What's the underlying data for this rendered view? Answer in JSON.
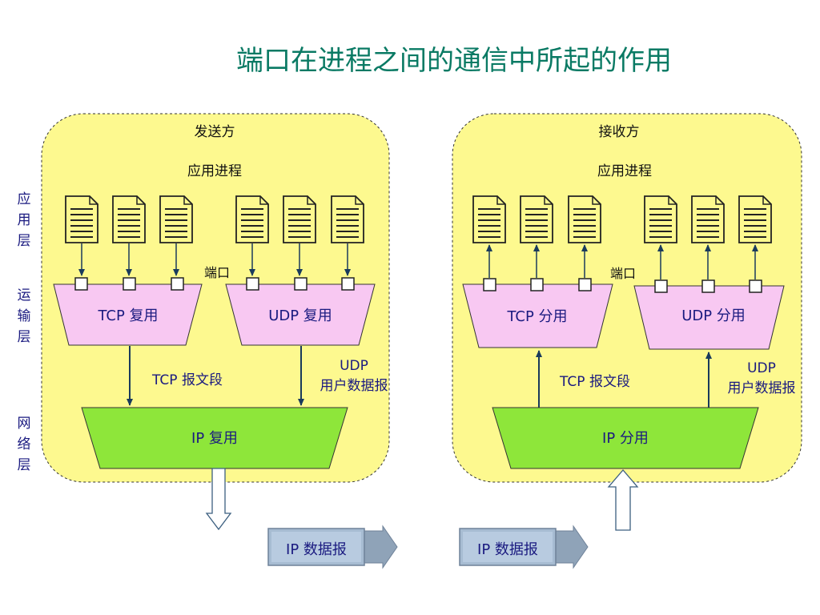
{
  "title": "端口在进程之间的通信中所起的作用",
  "layers": {
    "application": [
      "应",
      "用",
      "层"
    ],
    "transport": [
      "运",
      "输",
      "层"
    ],
    "network": [
      "网",
      "络",
      "层"
    ]
  },
  "sender": {
    "label": "发送方",
    "process_label": "应用进程",
    "port_label": "端口",
    "tcp_box": "TCP 复用",
    "udp_box": "UDP 复用",
    "tcp_segment": "TCP 报文段",
    "udp_line1": "UDP",
    "udp_line2": "用户数据报",
    "ip_box": "IP 复用"
  },
  "receiver": {
    "label": "接收方",
    "process_label": "应用进程",
    "port_label": "端口",
    "tcp_box": "TCP 分用",
    "udp_box": "UDP 分用",
    "tcp_segment": "TCP 报文段",
    "udp_line1": "UDP",
    "udp_line2": "用户数据报",
    "ip_box": "IP 分用"
  },
  "datagrams": [
    "IP 数据报",
    "IP 数据报"
  ],
  "colors": {
    "panel": "#fdf98f",
    "transport": "#f8c8f2",
    "network": "#8ee63a",
    "text": "#1a1a80",
    "datagram": "#8ea9c6"
  }
}
